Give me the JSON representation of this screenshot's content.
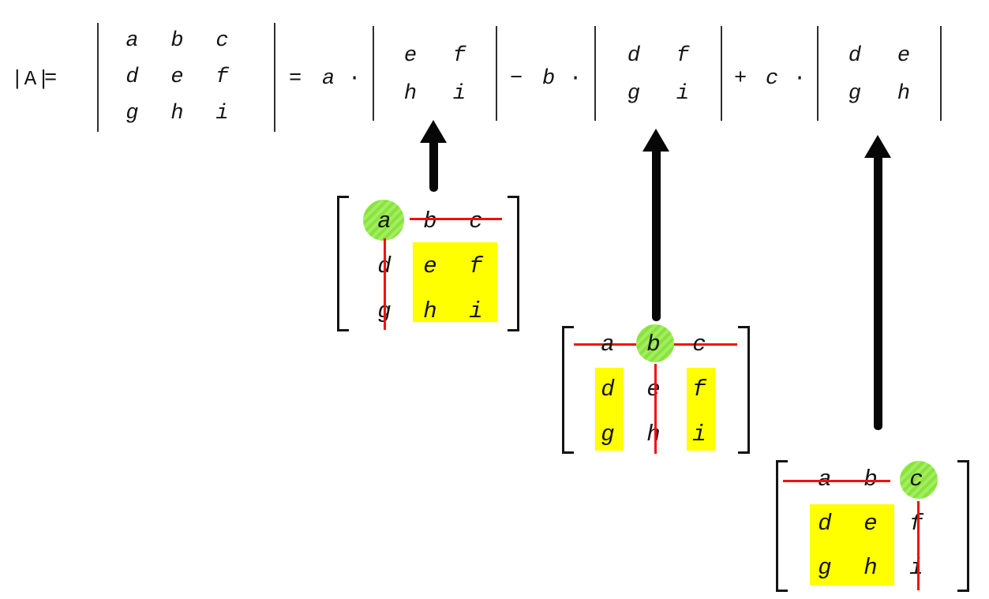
{
  "colors": {
    "pivot_circle_green": "#97e84f",
    "minor_highlight_yellow": "#ffff00",
    "strike_line_red": "#f40d0d",
    "ink_black": "#141414"
  },
  "formula": {
    "lhs": "|A|",
    "equals": "=",
    "matrix": [
      [
        "a",
        "b",
        "c"
      ],
      [
        "d",
        "e",
        "f"
      ],
      [
        "g",
        "h",
        "i"
      ]
    ],
    "terms": [
      {
        "coeff": "a",
        "dot": "·",
        "minor": [
          [
            "e",
            "f"
          ],
          [
            "h",
            "i"
          ]
        ]
      },
      {
        "op": "−",
        "coeff": "b",
        "dot": "·",
        "minor": [
          [
            "d",
            "f"
          ],
          [
            "g",
            "i"
          ]
        ]
      },
      {
        "op": "+",
        "coeff": "c",
        "dot": "·",
        "minor": [
          [
            "d",
            "e"
          ],
          [
            "g",
            "h"
          ]
        ]
      }
    ]
  },
  "expansions": [
    {
      "pivot": "a",
      "matrix": [
        [
          "a",
          "b",
          "c"
        ],
        [
          "d",
          "e",
          "f"
        ],
        [
          "g",
          "h",
          "i"
        ]
      ],
      "minor_letters": "e f h i"
    },
    {
      "pivot": "b",
      "matrix": [
        [
          "a",
          "b",
          "c"
        ],
        [
          "d",
          "e",
          "f"
        ],
        [
          "g",
          "h",
          "i"
        ]
      ],
      "minor_letters": "d f g i"
    },
    {
      "pivot": "c",
      "matrix": [
        [
          "a",
          "b",
          "c"
        ],
        [
          "d",
          "e",
          "f"
        ],
        [
          "g",
          "h",
          "i"
        ]
      ],
      "minor_letters": "d e g h"
    }
  ]
}
